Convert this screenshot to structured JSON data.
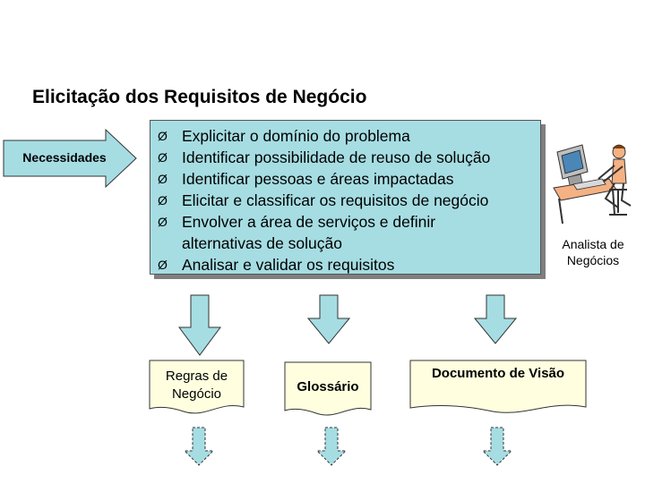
{
  "title": "Elicitação dos Requisitos de Negócio",
  "input": {
    "label": "Necessidades"
  },
  "activities": {
    "bullet_symbol": "Ø",
    "items": [
      "Explicitar o domínio do problema",
      "Identificar possibilidade de reuso de solução",
      "Identificar pessoas e áreas impactadas",
      "Elicitar e classificar os requisitos de negócio",
      "Envolver a área de serviços e definir",
      "alternativas de solução",
      "Analisar e validar os requisitos"
    ]
  },
  "role": {
    "line1": "Analista de",
    "line2": "Negócios",
    "icon": "analyst-at-computer-icon"
  },
  "outputs": [
    {
      "line1": "Regras de",
      "line2": "Negócio"
    },
    {
      "label": "Glossário"
    },
    {
      "label": "Documento de Visão"
    }
  ],
  "colors": {
    "box_fill": "#a6dde3",
    "arrow_fill": "#a6dde3",
    "document_fill": "#ffffe0",
    "shadow": "#7f7f7f"
  }
}
